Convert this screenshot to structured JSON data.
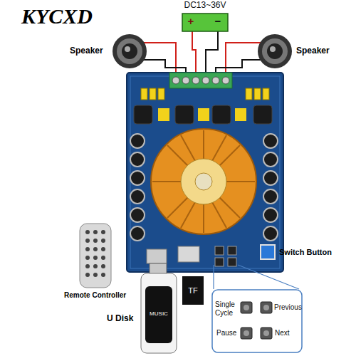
{
  "diagram": {
    "nodes": [
      {
        "text": [
          "DC13~36V",
          "+",
          "−"
        ]
      },
      {
        "text": [
          "Single Cycle",
          "Previous",
          "Pause",
          "Next"
        ]
      },
      {
        "text": [
          "MUSIC"
        ]
      },
      {
        "text": [
          "TF"
        ]
      }
    ],
    "labels": [
      "KYCXD",
      "Speaker",
      "Speaker",
      "Switch Button",
      "Remote Controller",
      "U Disk"
    ]
  }
}
